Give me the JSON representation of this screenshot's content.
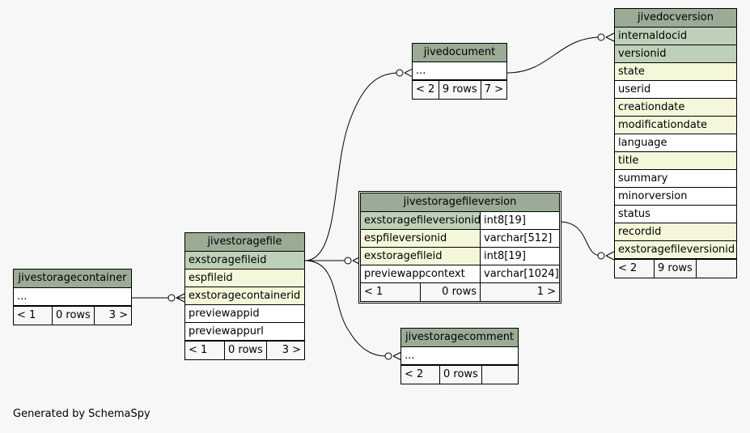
{
  "tables": {
    "jivestoragecontainer": {
      "name": "jivestoragecontainer",
      "rows": [
        "..."
      ],
      "footer": [
        "< 1",
        "0 rows",
        "3 >"
      ]
    },
    "jivestoragefile": {
      "name": "jivestoragefile",
      "rows": [
        "exstoragefileid",
        "espfileid",
        "exstoragecontainerid",
        "previewappid",
        "previewappurl"
      ],
      "footer": [
        "< 1",
        "0 rows",
        "3 >"
      ]
    },
    "jivedocument": {
      "name": "jivedocument",
      "rows": [
        "..."
      ],
      "footer": [
        "< 2",
        "9 rows",
        "7 >"
      ]
    },
    "jivestoragefileversion": {
      "name": "jivestoragefileversion",
      "rows": [
        {
          "col": "exstoragefileversionid",
          "type": "int8[19]"
        },
        {
          "col": "espfileversionid",
          "type": "varchar[512]"
        },
        {
          "col": "exstoragefileid",
          "type": "int8[19]"
        },
        {
          "col": "previewappcontext",
          "type": "varchar[1024]"
        }
      ],
      "footer": [
        "< 1",
        "0 rows",
        "1 >"
      ]
    },
    "jivestoragecomment": {
      "name": "jivestoragecomment",
      "rows": [
        "..."
      ],
      "footer": [
        "< 2",
        "0 rows",
        ""
      ]
    },
    "jivedocversion": {
      "name": "jivedocversion",
      "rows": [
        "internaldocid",
        "versionid",
        "state",
        "userid",
        "creationdate",
        "modificationdate",
        "language",
        "title",
        "summary",
        "minorversion",
        "status",
        "recordid",
        "exstoragefileversionid"
      ],
      "footer": [
        "< 2",
        "9 rows",
        ""
      ]
    }
  },
  "caption": "Generated by SchemaSpy"
}
